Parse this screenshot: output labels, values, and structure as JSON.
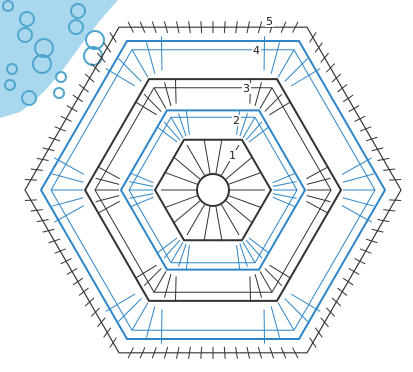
{
  "diagram": {
    "type": "crochet-hexagon-chart",
    "rounds": [
      {
        "label": "1",
        "color": "#333333"
      },
      {
        "label": "2",
        "color": "#2e86c8"
      },
      {
        "label": "3",
        "color": "#333333"
      },
      {
        "label": "4",
        "color": "#2e86c8"
      },
      {
        "label": "5",
        "color": "#333333"
      }
    ],
    "colors": {
      "ink": "#333333",
      "blue": "#2e86c8",
      "photo_light": "#a9d8ee",
      "photo_dark": "#4fa7cf"
    },
    "photo": {
      "description_icon": "crochet-lace-photo"
    }
  }
}
